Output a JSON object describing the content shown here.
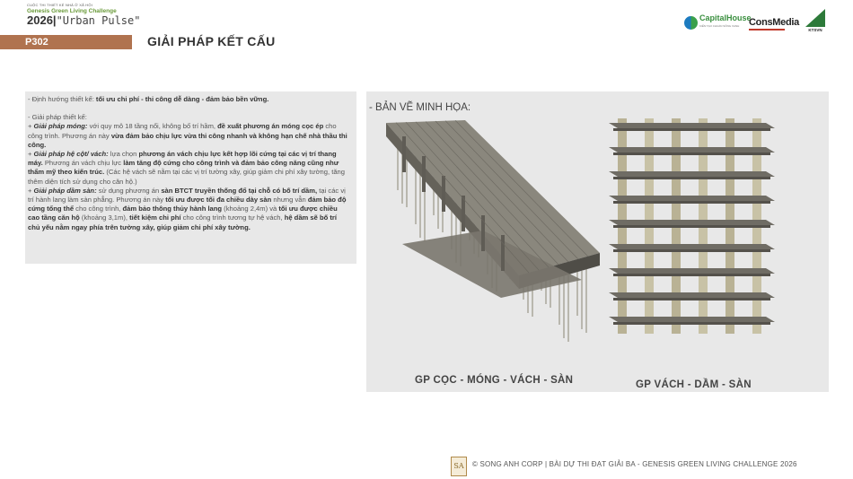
{
  "header": {
    "brand_small": "CUỘC THI THIẾT KẾ NHÀ Ở XÃ HỘI",
    "brand_sub": "Genesis Green Living Challenge",
    "brand_year": "2026",
    "brand_sep": "|",
    "brand_name": "\"Urban Pulse\"",
    "page_code": "P302",
    "title": "GIẢI PHÁP KẾT CẤU"
  },
  "logos": {
    "capitalhouse": "CapitalHouse",
    "capitalhouse_tag": "KIẾN TẠO CHUẨN SỐNG XANH",
    "consmedia": "ConsMedia",
    "ktsvn": "KTSVN"
  },
  "text_panel": {
    "line1_prefix": "- Định hướng thiết kế: ",
    "line1_bold": "tối ưu chi phí - thi công dễ dàng - đảm bảo bền vững.",
    "line2": "- Giải pháp thiết kế:",
    "mong_prefix": "+ ",
    "mong_label": "Giải pháp móng:",
    "mong_t1": " với quy mô 18 tầng nổi, không bố trí hầm, ",
    "mong_b1": "đề xuất phương án móng cọc ép",
    "mong_t2": " cho công trình.  Phương án này ",
    "mong_b2": "vừa đảm bảo chịu lực vừa thi công nhanh và không hạn chế nhà thầu thi công.",
    "vach_prefix": "+ ",
    "vach_label": "Giải pháp hệ cột/ vách:",
    "vach_t1": " lựa chọn ",
    "vach_b1": "phương án vách chịu lực kết hợp lõi cứng tại các vị trí thang máy.",
    "vach_t2": " Phương án vách chịu lực ",
    "vach_b2": "làm tăng độ cứng cho công trình và đảm bảo công năng cũng như thẩm mỹ theo kiến trúc.",
    "vach_t3": " (Các hệ vách sẽ nằm tại các vị trí tường xây, giúp giảm chi phí xây tường, tăng thêm diện tích sử dụng cho căn hộ.)",
    "dam_prefix": "+ ",
    "dam_label": "Giải pháp dầm sàn:",
    "dam_t1": " sử dụng phương án ",
    "dam_b1": "sàn BTCT truyền thống đổ tại chỗ có bố trí dầm,",
    "dam_t2": " tại các vị trí hành lang làm sàn phẳng. Phương án này ",
    "dam_b2": "tối ưu được tối đa chiều dày sàn",
    "dam_t3": " nhưng vẫn ",
    "dam_b3": "đảm bảo độ cứng tổng thể",
    "dam_t4": " cho công trình, ",
    "dam_b4": "đảm bảo thông thủy hành lang",
    "dam_t5": " (khoảng 2,4m) và ",
    "dam_b5": "tối ưu được chiều cao tầng căn hộ",
    "dam_t6": " (khoảng 3,1m), ",
    "dam_b6": "tiết kiệm chi phí",
    "dam_t7": " cho công trình tương tự hệ vách, ",
    "dam_b7": "hệ dầm sẽ bố trí chủ yếu nằm ngay phía trên tường xây, giúp giảm chi phí xây tường."
  },
  "illustration": {
    "heading": "- BẢN VẼ MINH HỌA:",
    "caption_left": "GP CỌC - MÓNG - VÁCH - SÀN",
    "caption_right": "GP VÁCH - DẦM - SÀN"
  },
  "footer": {
    "logo_text": "SA",
    "text": "© SONG ANH CORP | BÀI DỰ THI ĐẠT GIẢI BA - GENESIS GREEN LIVING CHALLENGE 2026"
  },
  "colors": {
    "accent_brown": "#b0734f",
    "panel_gray": "#e8e8e8",
    "green": "#6a9a3a",
    "structure_gray": "#6f6c64",
    "wall_tan": "#c8c2a6"
  }
}
